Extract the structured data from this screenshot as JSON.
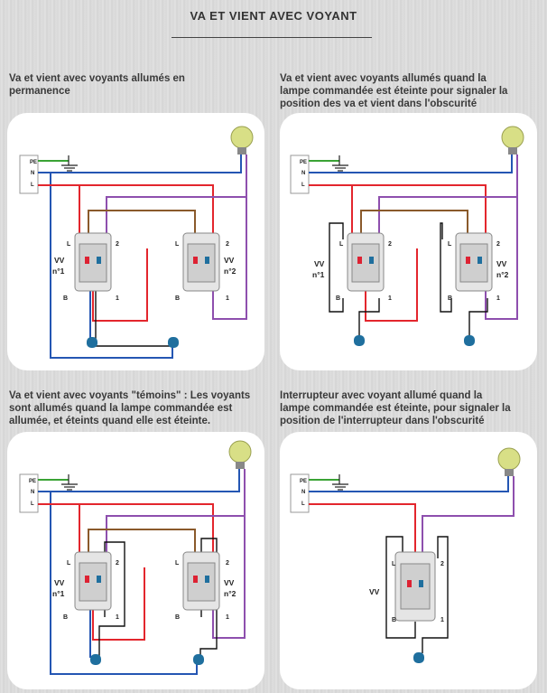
{
  "title": "VA ET VIENT AVEC VOYANT",
  "terminals": {
    "pe": "PE",
    "n": "N",
    "l": "L"
  },
  "switch_terms": {
    "l": "L",
    "t2": "2",
    "b": "B",
    "t1": "1"
  },
  "vv": "VV",
  "n1": "n°1",
  "n2": "n°2",
  "colors": {
    "pe_green": "#3aa335",
    "neutral_blue": "#2456b3",
    "phase_red": "#e3262d",
    "return_violet": "#8e4fae",
    "traveler_brown": "#8a5a2b",
    "black": "#111111",
    "indicator": "#1f6f9e",
    "bulb": "#d8df86"
  },
  "panels": [
    {
      "caption": [
        "Va et vient avec voyants allumés en",
        "permanence"
      ]
    },
    {
      "caption": [
        "Va et vient avec voyants allumés quand la",
        "lampe commandée est éteinte pour signaler la",
        "position des va et vient dans l'obscurité"
      ]
    },
    {
      "caption": [
        "Va et vient avec voyants \"témoins\" : Les voyants",
        "sont allumés quand la lampe commandée est",
        "allumée, et éteints quand elle est éteinte."
      ]
    },
    {
      "caption": [
        "Interrupteur avec voyant allumé quand la",
        "lampe commandée est éteinte, pour signaler la",
        "position de l'interrupteur dans l'obscurité"
      ]
    }
  ]
}
